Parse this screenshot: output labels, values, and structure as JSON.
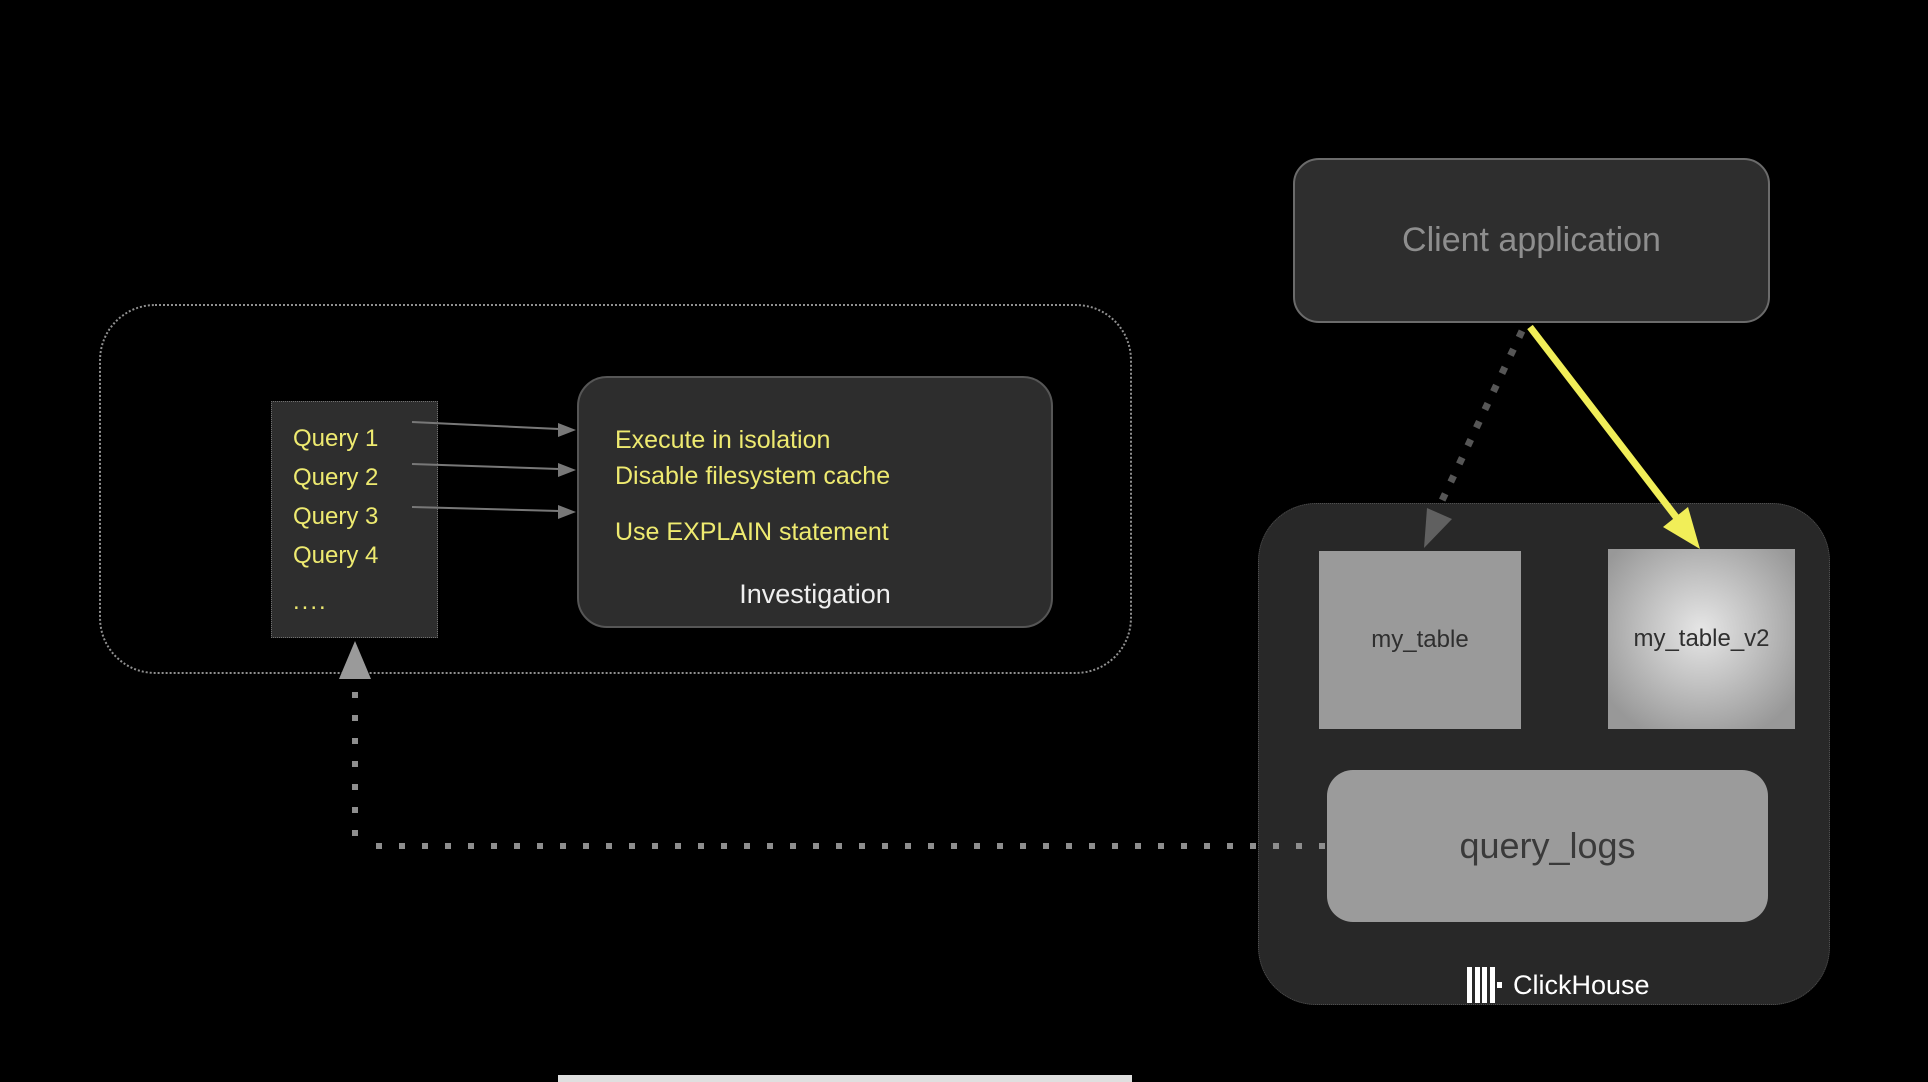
{
  "client_app": {
    "label": "Client application"
  },
  "query_list": {
    "items": [
      "Query 1",
      "Query 2",
      "Query 3",
      "Query 4",
      "...."
    ]
  },
  "investigation": {
    "lines": [
      "Execute in isolation",
      "Disable filesystem cache",
      "Use EXPLAIN statement"
    ],
    "caption": "Investigation"
  },
  "clickhouse": {
    "tables": [
      {
        "label": "my_table"
      },
      {
        "label": "my_table_v2",
        "highlighted": true
      }
    ],
    "logs_label": "query_logs",
    "brand": "ClickHouse"
  },
  "colors": {
    "yellow_text": "#eeea70",
    "arrow_yellow": "#f1ee58",
    "arrow_dark_gray": "#565656",
    "arrow_dark_gray_head": "#606060",
    "connector_gray": "#8e8e8e",
    "connector_gray_head": "#9a9a9a",
    "query_arrow_gray": "#787878",
    "box_dark": "#2d2d2d",
    "box_gray": "#9a9a9a",
    "background": "#000000"
  }
}
